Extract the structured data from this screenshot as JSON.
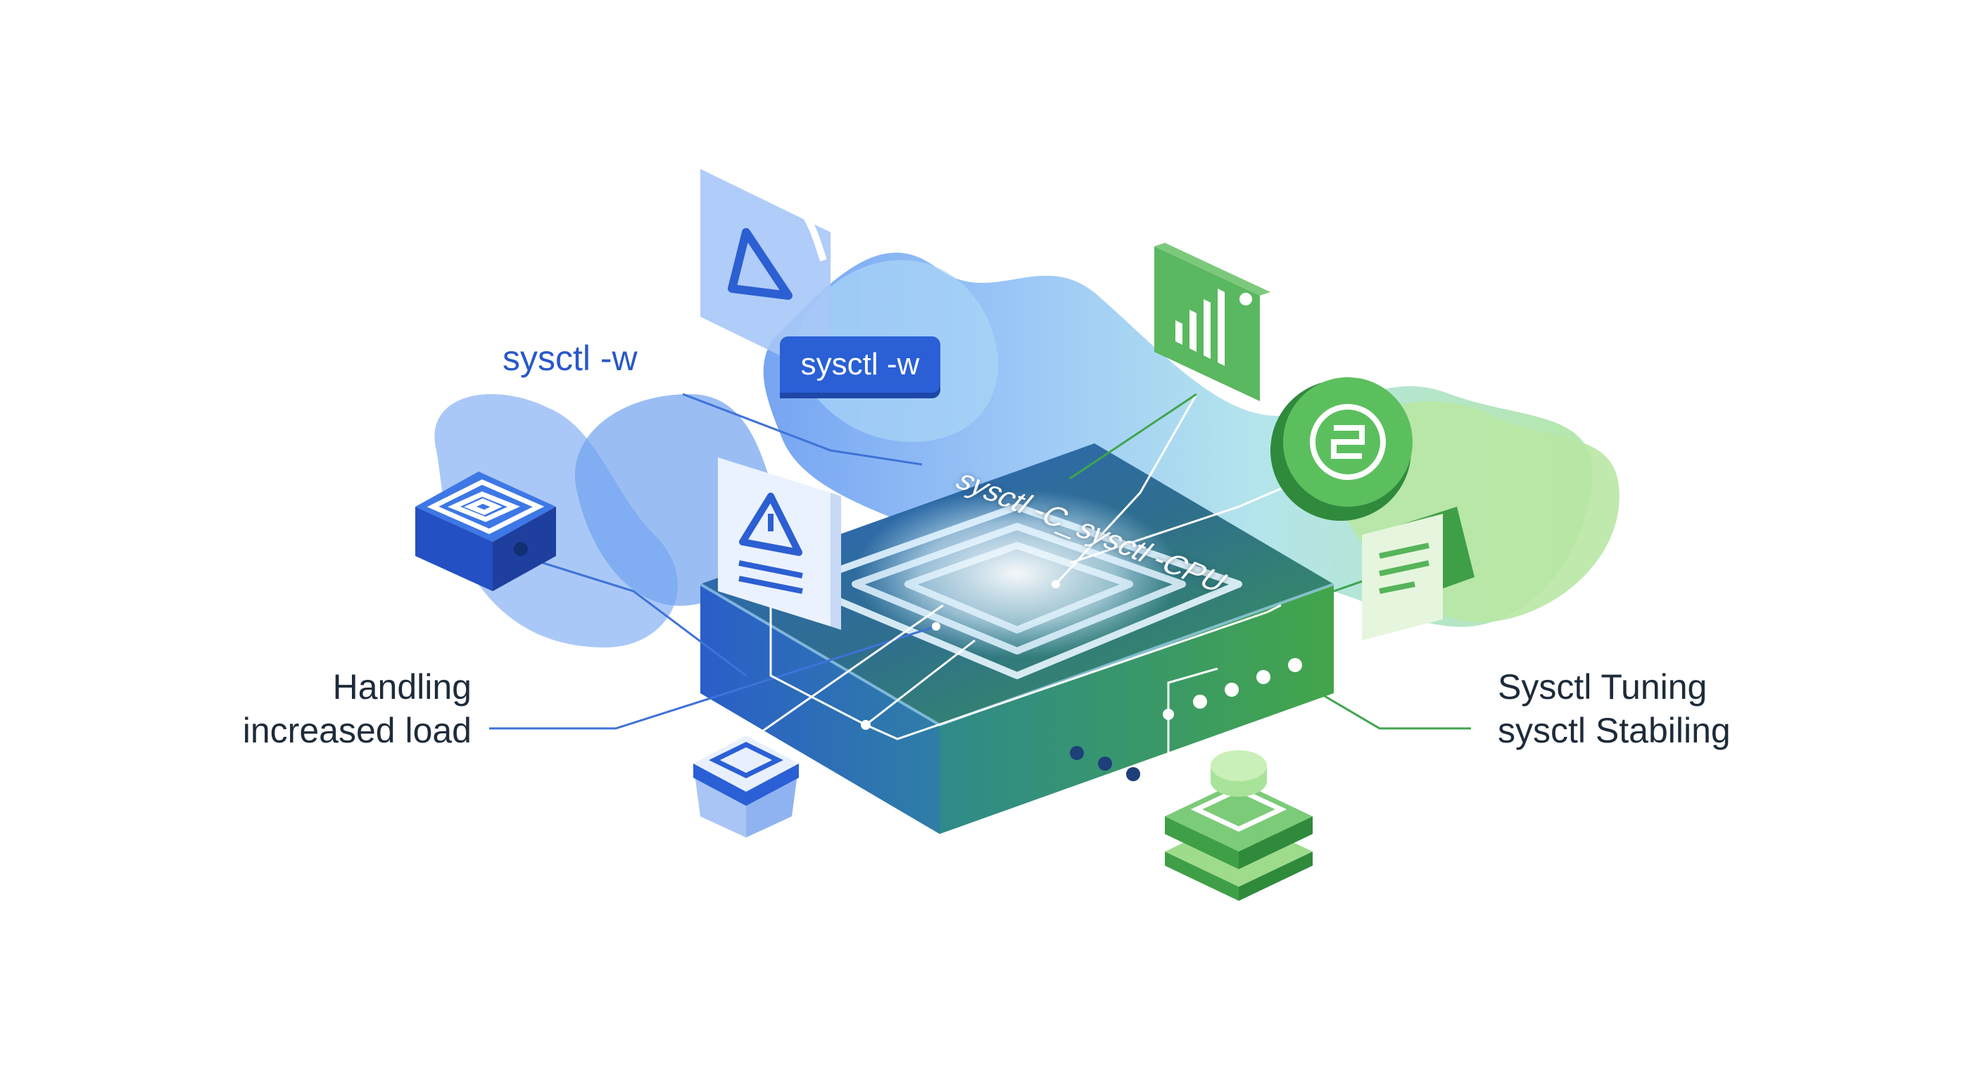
{
  "labels": {
    "left": [
      "Handling",
      "increased load"
    ],
    "right": [
      "Sysctl Tuning",
      "sysctl Stabiling"
    ]
  },
  "commands": {
    "floating": "sysctl -w",
    "tag": "sysctl -w",
    "device_top": "sysctl -C_sysctl -CPU"
  },
  "colors": {
    "blue_primary": "#2a5fd6",
    "blue_light": "#8fb8f5",
    "green_primary": "#3fa54f",
    "green_light": "#a8dd98",
    "teal": "#2d7d8f",
    "text_dark": "#1d2b3a"
  },
  "icons": [
    "warning-icon",
    "signal-bars-icon",
    "coin-icon",
    "document-lines-icon",
    "chip-icon",
    "stack-icon",
    "triangle-icon",
    "box-icon"
  ]
}
